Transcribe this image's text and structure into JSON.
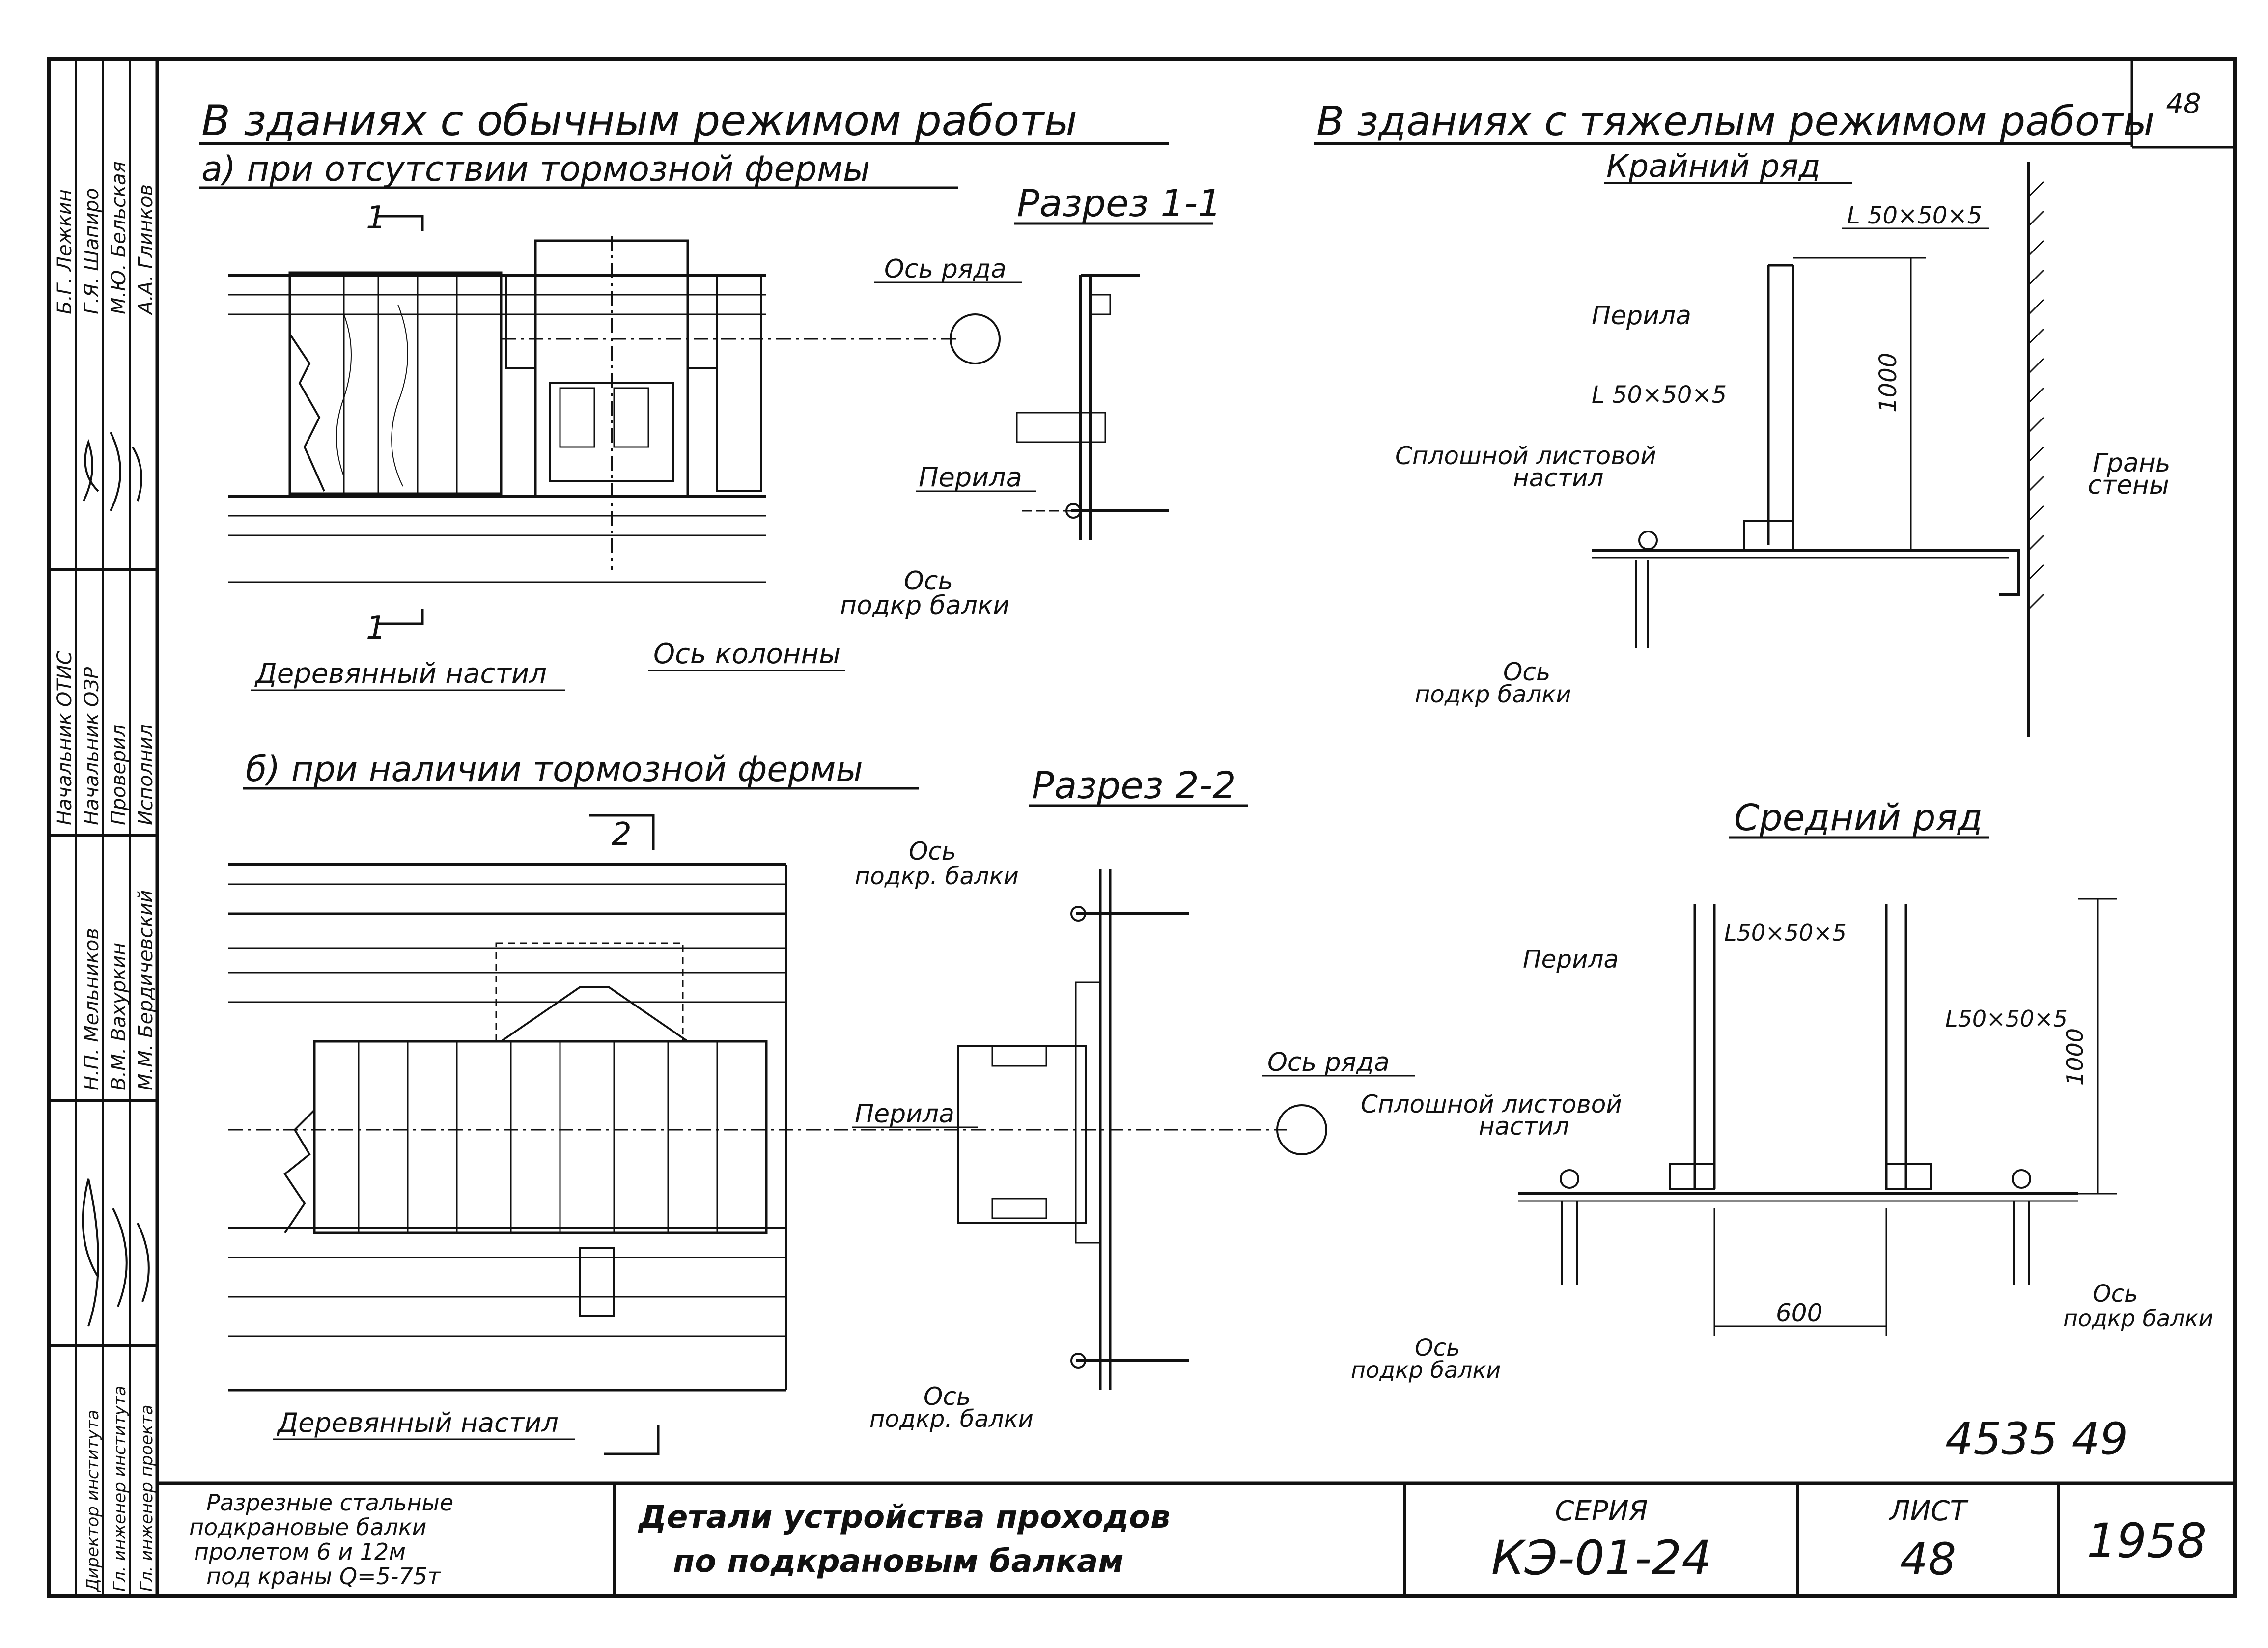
{
  "sheet_number_corner": "48",
  "left_panel": {
    "heading": "В зданиях с обычным режимом работы",
    "variant_a": "а) при отсутствии тормозной фермы",
    "variant_b": "б) при наличии тормозной фермы",
    "section_1": "Разрез 1-1",
    "section_2": "Разрез 2-2",
    "cut_mark_1": "1",
    "cut_mark_2": "2",
    "labels": {
      "row_axis": "Ось ряда",
      "railing": "Перила",
      "beam_axis_top": "Ось",
      "beam_axis_bottom": "подкр балки",
      "beam_axis2_top": "Ось",
      "beam_axis2_bottom": "подкр. балки",
      "wood_deck": "Деревянный настил",
      "column_axis": "Ось колонны"
    }
  },
  "right_panel": {
    "heading": "В зданиях с тяжелым режимом работы",
    "edge_row": "Крайний ряд",
    "middle_row": "Средний ряд",
    "angle_label": "L 50×50×5",
    "angle_label_2": "L50×50×5",
    "railing": "Перила",
    "solid_deck_1": "Сплошной листовой",
    "solid_deck_2": "настил",
    "wall_face_1": "Грань",
    "wall_face_2": "стены",
    "beam_axis_1": "Ось",
    "beam_axis_2": "подкр балки",
    "height_dim": "1000",
    "width_dim": "600"
  },
  "stamp": {
    "handwritten_no": "4535 49",
    "description": [
      "Разрезные стальные",
      "подкрановые балки",
      "пролетом 6 и 12м",
      "под краны Q=5-75т"
    ],
    "title": [
      "Детали устройства проходов",
      "по подкрановым балкам"
    ],
    "series_label": "СЕРИЯ",
    "series_value": "КЭ-01-24",
    "sheet_label": "ЛИСТ",
    "sheet_value": "48",
    "year": "1958"
  },
  "side_stamp": {
    "roles_top": [
      "Начальник ОТИС",
      "Начальник ОЗР",
      "Проверил",
      "Исполнил"
    ],
    "names_top": [
      "Б.Г. Лежкин",
      "Г.Я. Шапиро",
      "М.Ю. Бельская",
      "А.А. Глинков"
    ],
    "roles_bottom": [
      "Директор института",
      "Гл. инженер института",
      "Гл. инженер проекта"
    ],
    "names_bottom": [
      "Н.П. Мельников",
      "В.М. Вахуркин",
      "М.М. Бердичевский"
    ]
  },
  "colors": {
    "ink": "#111111",
    "paper": "#ffffff"
  }
}
